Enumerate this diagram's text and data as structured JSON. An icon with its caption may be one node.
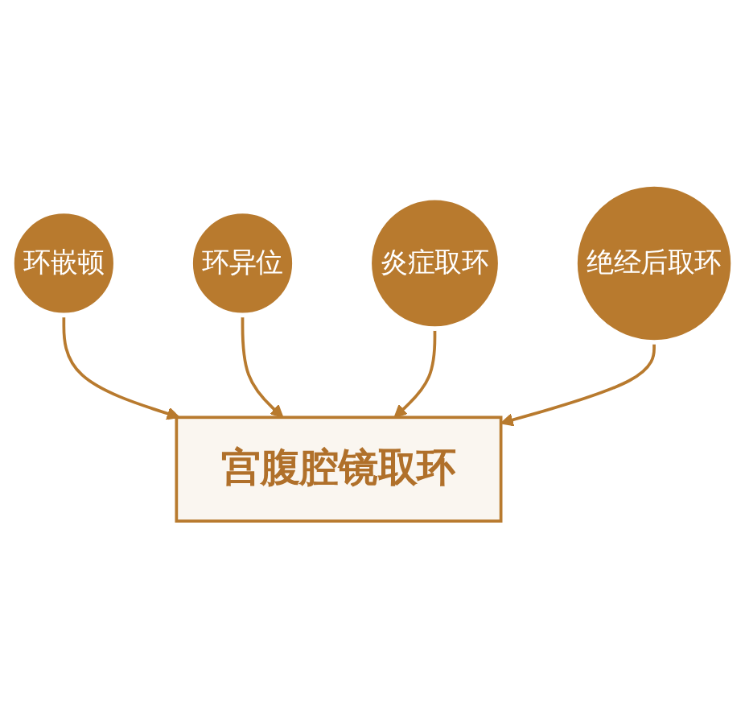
{
  "diagram": {
    "nodes": [
      {
        "text": [
          "环嵌顿"
        ]
      },
      {
        "text": [
          "环异位"
        ]
      },
      {
        "text": [
          "宫腹腔镜取环"
        ]
      },
      {
        "text": [
          "炎症取环"
        ]
      },
      {
        "text": [
          "绝经后取环"
        ]
      }
    ],
    "edges": [
      {
        "from": 0,
        "to": 2,
        "arrow": "to"
      },
      {
        "from": 1,
        "to": 2,
        "arrow": "to"
      },
      {
        "from": 3,
        "to": 2,
        "arrow": "to"
      },
      {
        "from": 4,
        "to": 2,
        "arrow": "to"
      }
    ]
  }
}
